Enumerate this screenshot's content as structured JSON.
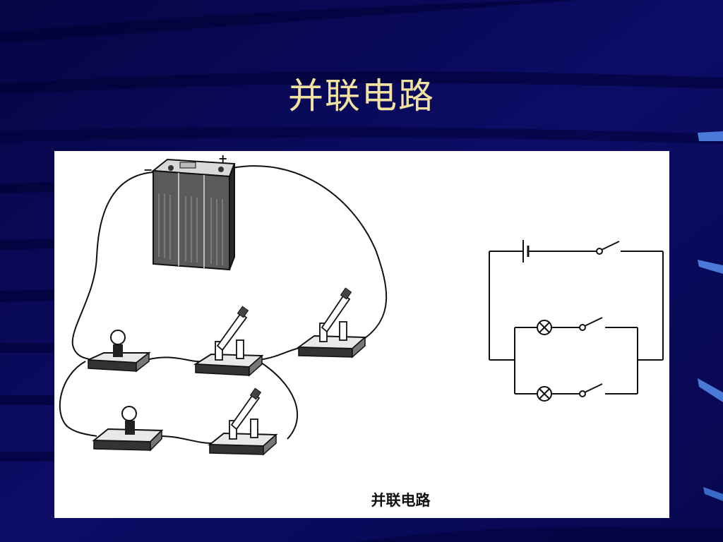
{
  "slide": {
    "title": "并联电路",
    "colors": {
      "background": "#0a0a5c",
      "title": "#f2e2a0",
      "panel": "#ffffff"
    }
  },
  "figure": {
    "caption": "并联电路",
    "battery": {
      "negative_label": "−",
      "positive_label": "+"
    },
    "pictorial_components": [
      "battery",
      "bulb",
      "bulb",
      "knife-switch",
      "knife-switch",
      "knife-switch"
    ],
    "schematic_components": [
      "cell",
      "main-switch",
      "lamp",
      "branch-switch",
      "lamp",
      "branch-switch"
    ]
  }
}
